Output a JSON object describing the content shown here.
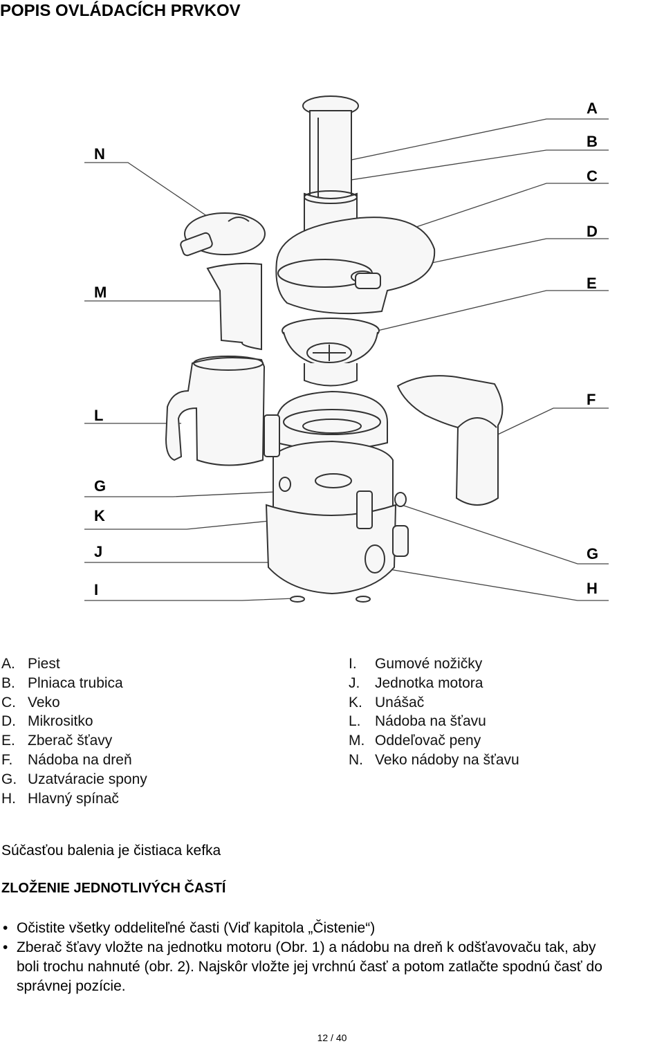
{
  "page": {
    "title": "POPIS OVLÁDACÍCH PRVKOV",
    "footer": "12 / 40"
  },
  "diagram": {
    "labels": {
      "A": "A",
      "B": "B",
      "C": "C",
      "D": "D",
      "E": "E",
      "F": "F",
      "G1": "G",
      "H": "H",
      "I": "I",
      "J": "J",
      "K": "K",
      "G2": "G",
      "L": "L",
      "M": "M",
      "N": "N"
    }
  },
  "parts_left": [
    {
      "key": "A.",
      "label": "Piest"
    },
    {
      "key": "B.",
      "label": "Plniaca trubica"
    },
    {
      "key": "C.",
      "label": "Veko"
    },
    {
      "key": "D.",
      "label": "Mikrositko"
    },
    {
      "key": "E.",
      "label": "Zberač šťavy"
    },
    {
      "key": "F.",
      "label": "Nádoba na dreň"
    },
    {
      "key": "G.",
      "label": "Uzatváracie spony"
    },
    {
      "key": "H.",
      "label": "Hlavný spínač"
    }
  ],
  "parts_right": [
    {
      "key": "I.",
      "label": "Gumové nožičky"
    },
    {
      "key": "J.",
      "label": "Jednotka motora"
    },
    {
      "key": "K.",
      "label": "Unášač"
    },
    {
      "key": "L.",
      "label": "Nádoba na šťavu"
    },
    {
      "key": "M.",
      "label": "Oddeľovač peny"
    },
    {
      "key": "N.",
      "label": "Veko nádoby na šťavu"
    }
  ],
  "note": "Súčasťou balenia je čistiaca kefka",
  "section2": {
    "heading": "ZLOŽENIE JEDNOTLIVÝCH ČASTÍ",
    "bullet_symbol": "•",
    "bullets": [
      {
        "line1": "Očistite všetky oddeliteľné časti (Viď kapitola „Čistenie“)",
        "line2": "",
        "line3": ""
      },
      {
        "line1": "Zberač šťavy vložte na jednotku motoru (Obr. 1) a nádobu na dreň k odšťavovaču tak, aby",
        "line2": "boli trochu nahnuté (obr. 2). Najskôr vložte jej vrchnú časť a potom zatlačte spodnú časť do",
        "line3": "správnej pozície."
      }
    ]
  }
}
